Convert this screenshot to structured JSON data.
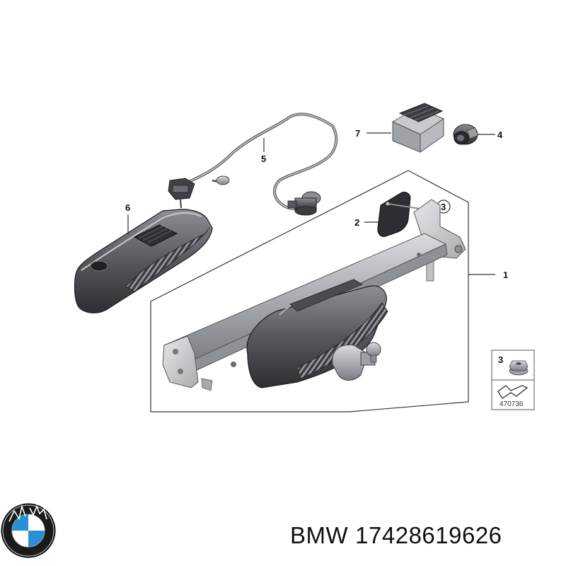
{
  "callouts": {
    "c1": "1",
    "c2": "2",
    "c3": "3",
    "c4": "4",
    "c5": "5",
    "c6": "6",
    "c7": "7"
  },
  "legend": {
    "item_number": "3",
    "reference": "470736"
  },
  "brand": {
    "name": "BMW",
    "part_number": "17428619626",
    "logo_letters": "BMW",
    "logo_colors": {
      "blue": "#2a8fd6",
      "white": "#ffffff",
      "ring": "#1a1a1a"
    }
  }
}
